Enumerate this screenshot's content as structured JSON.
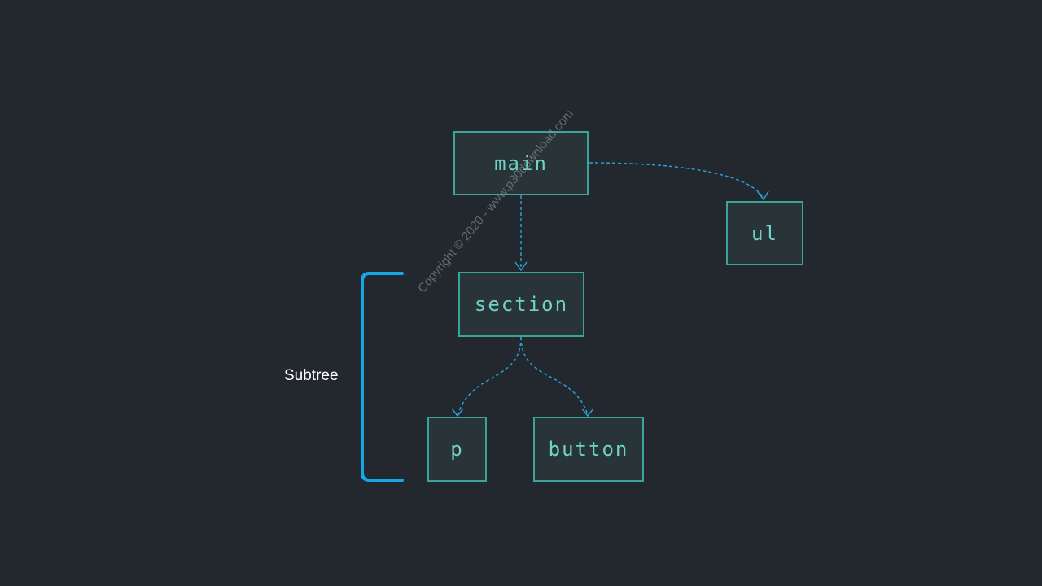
{
  "diagram": {
    "nodes": {
      "main": "main",
      "ul": "ul",
      "section": "section",
      "p": "p",
      "button": "button"
    },
    "subtree_label": "Subtree",
    "watermark": "Copyright © 2020 - www.p30download.com"
  },
  "colors": {
    "background": "#23272e",
    "node_border": "#3aa39a",
    "node_fill": "#283438",
    "node_text": "#6fd3c7",
    "edge": "#2a9fd6",
    "bracket": "#14a8e6",
    "label_text": "#ffffff"
  }
}
